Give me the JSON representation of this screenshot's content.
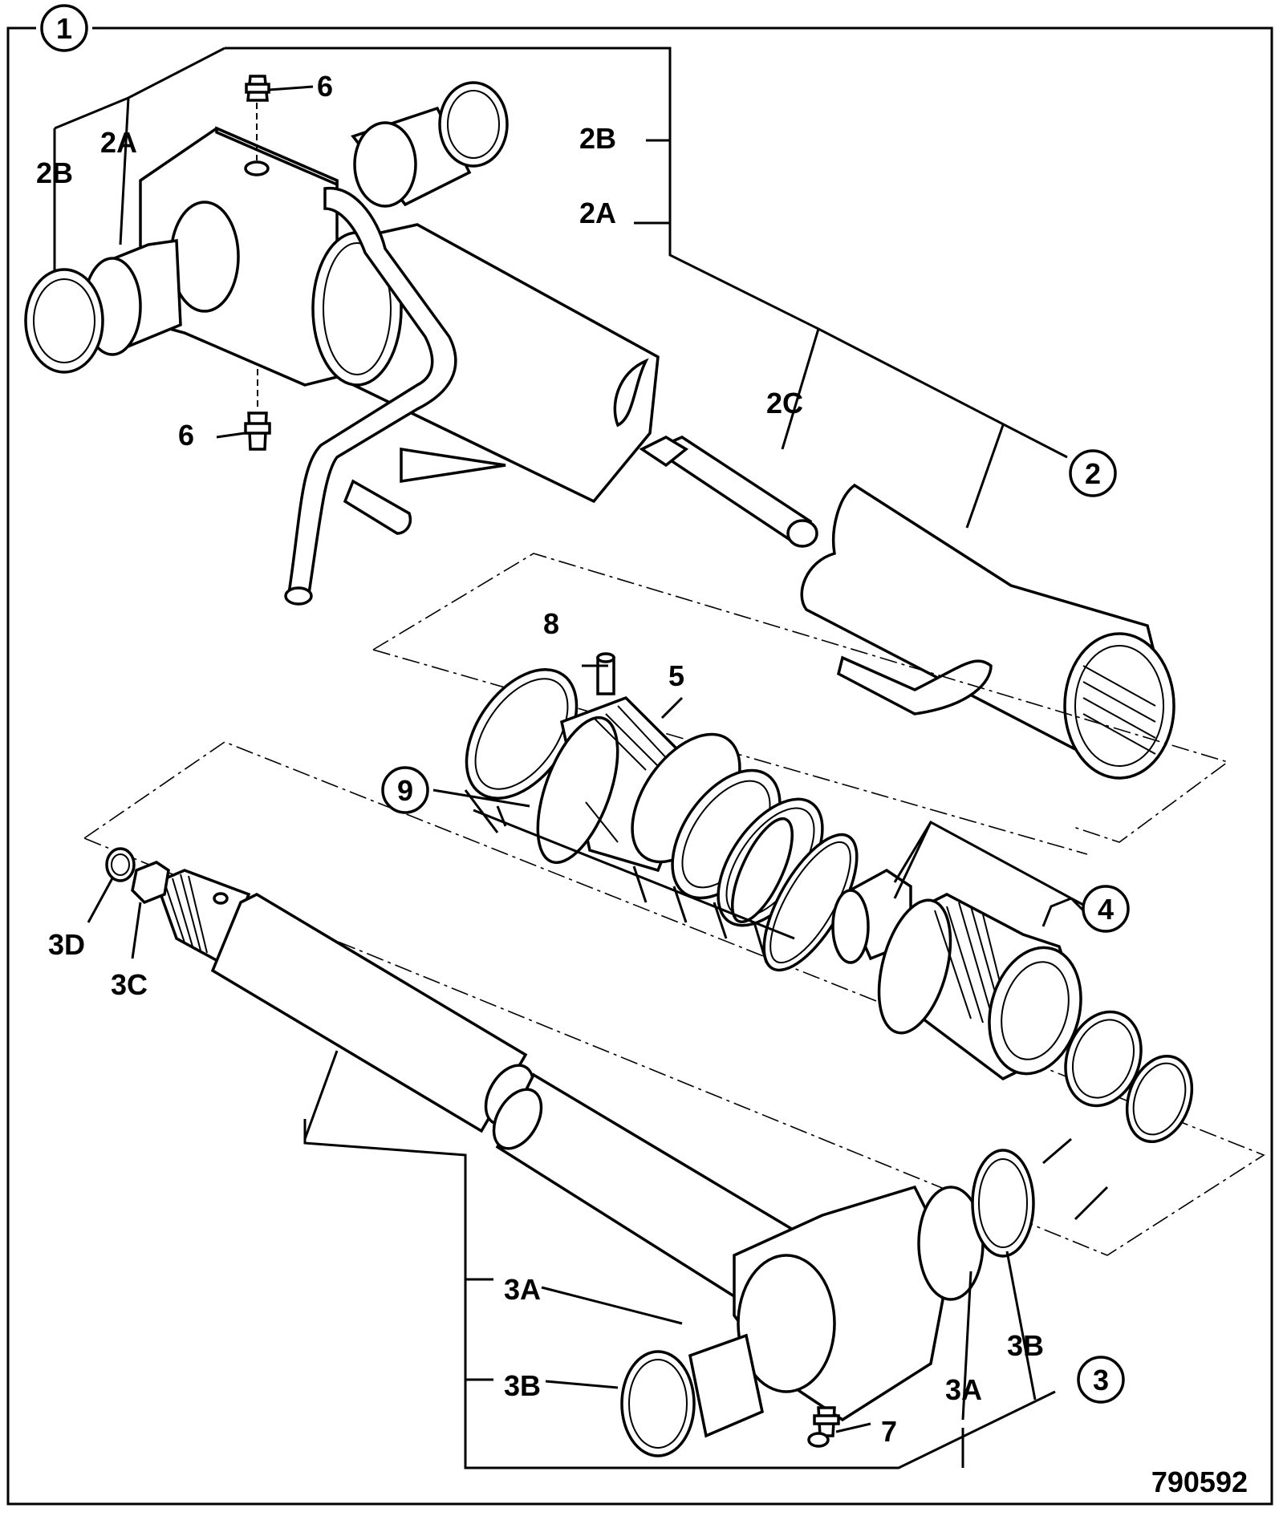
{
  "diagram": {
    "callouts": {
      "c1": "1",
      "c2": "2",
      "c3": "3",
      "c4": "4",
      "c9": "9"
    },
    "labels": {
      "l6_top": "6",
      "l6_bot": "6",
      "l2B_left": "2B",
      "l2A_left": "2A",
      "l2B_right": "2B",
      "l2A_right": "2A",
      "l2C": "2C",
      "l8": "8",
      "l5": "5",
      "l3D": "3D",
      "l3C": "3C",
      "l3A_left": "3A",
      "l3B_left": "3B",
      "l3A_right": "3A",
      "l3B_right": "3B",
      "l7": "7"
    },
    "drawing_number": "790592"
  }
}
